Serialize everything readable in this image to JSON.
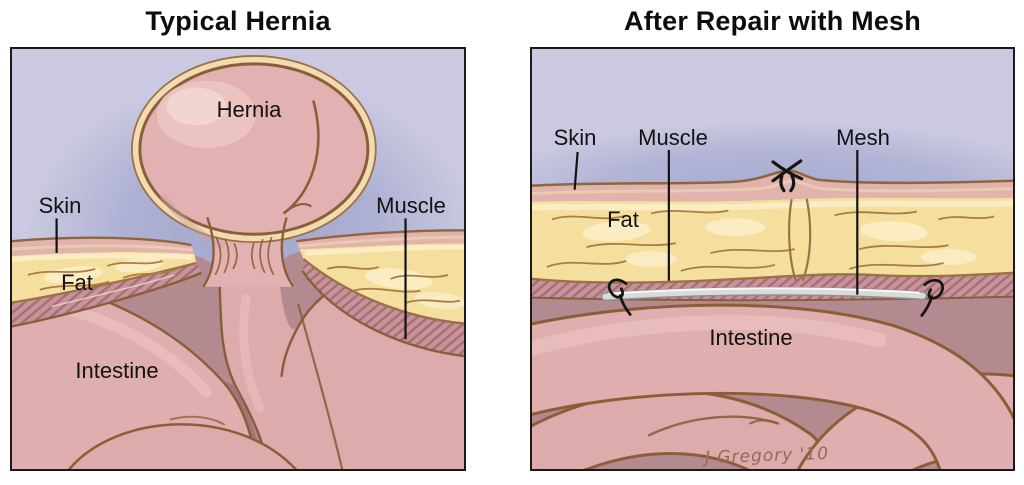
{
  "left_panel": {
    "title": "Typical Hernia",
    "labels": {
      "hernia": "Hernia",
      "skin": "Skin",
      "fat": "Fat",
      "muscle": "Muscle",
      "intestine": "Intestine"
    }
  },
  "right_panel": {
    "title": "After Repair with Mesh",
    "labels": {
      "skin": "Skin",
      "muscle": "Muscle",
      "mesh": "Mesh",
      "fat": "Fat",
      "intestine": "Intestine"
    },
    "signature": "J Gregory '10"
  },
  "colors": {
    "page_background": "#ffffff",
    "panel_sky": "#cbc9e1",
    "panel_shadow_blue": "#99a0c9",
    "flesh_pink": "#e2b1b1",
    "intestine_pink": "#dfaeae",
    "outline_brown": "#8a5f38",
    "skin_band_pink": "#e0b4ac",
    "skin_cream_edge": "#edcdb2",
    "fat_yellow": "#f5df9f",
    "fat_highlight": "#fbeec8",
    "fat_detail_brown": "#a97c43",
    "muscle_mauve": "#c7939b",
    "muscle_hatch": "#a76d75",
    "cavity_mauve": "#b28a90",
    "mesh_gray": "#dadada",
    "suture_black": "#151515",
    "label_text": "#121212",
    "signature_text": "#8f6d55"
  }
}
